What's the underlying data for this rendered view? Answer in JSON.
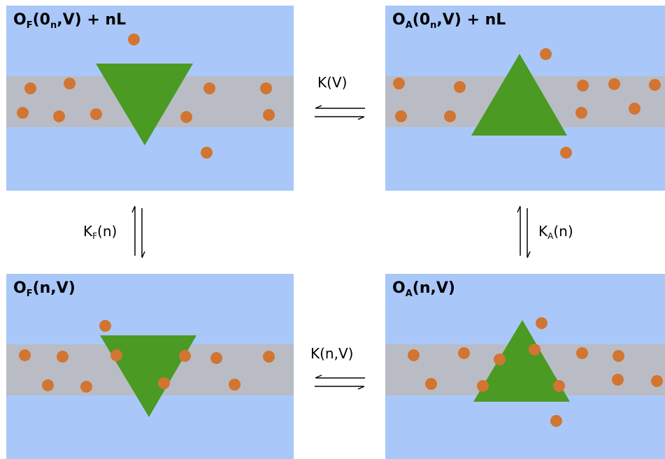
{
  "states": {
    "top_left": {
      "main": "O",
      "sub": "F",
      "rest": "(0",
      "sub2": "n",
      "tail": ",V) + nL"
    },
    "top_right": {
      "main": "O",
      "sub": "A",
      "rest": "(0",
      "sub2": "n",
      "tail": ",V) + nL"
    },
    "bottom_left": {
      "main": "O",
      "sub": "F",
      "rest": "(n,V)"
    },
    "bottom_right": {
      "main": "O",
      "sub": "A",
      "rest": "(n,V)"
    }
  },
  "rates": {
    "top": "K(V)",
    "bottom": "K(n,V)",
    "left": {
      "main": "K",
      "sub": "F",
      "tail": "(n)"
    },
    "right": {
      "main": "K",
      "sub": "A",
      "tail": "(n)"
    }
  },
  "colors": {
    "water": "#a9c8f9",
    "membrane": "#b9bcc4",
    "protein": "#4a9a23",
    "ligand": "#d27531"
  }
}
